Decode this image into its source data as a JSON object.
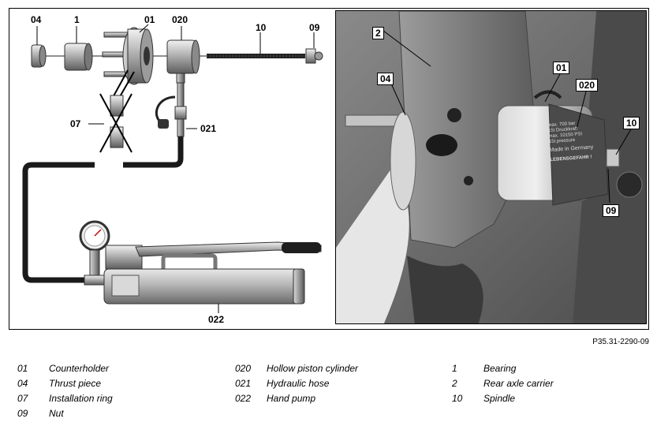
{
  "figure": {
    "left_callouts": {
      "c04": "04",
      "c1": "1",
      "c01": "01",
      "c020": "020",
      "c10": "10",
      "c09": "09",
      "c07": "07",
      "c021": "021",
      "c022": "022"
    },
    "right_callouts": {
      "c2": "2",
      "c04": "04",
      "c01": "01",
      "c020": "020",
      "c10": "10",
      "c09": "09"
    },
    "cylinder_label": {
      "line1": "max. 700 bar",
      "line2": "15t Druckkraft",
      "line3": "max. 10150 PSI",
      "line4": "15t pressure",
      "line5": "Made in Germany",
      "line6": "LEBENSGEFAHR !"
    },
    "reference": "P35.31-2290-09"
  },
  "legend": {
    "col1": [
      {
        "code": "01",
        "text": "Counterholder"
      },
      {
        "code": "04",
        "text": "Thrust piece"
      },
      {
        "code": "07",
        "text": "Installation ring"
      },
      {
        "code": "09",
        "text": "Nut"
      }
    ],
    "col2": [
      {
        "code": "020",
        "text": "Hollow piston cylinder"
      },
      {
        "code": "021",
        "text": "Hydraulic hose"
      },
      {
        "code": "022",
        "text": "Hand pump"
      }
    ],
    "col3": [
      {
        "code": "1",
        "text": "Bearing"
      },
      {
        "code": "2",
        "text": "Rear axle carrier"
      },
      {
        "code": "10",
        "text": "Spindle"
      }
    ]
  }
}
